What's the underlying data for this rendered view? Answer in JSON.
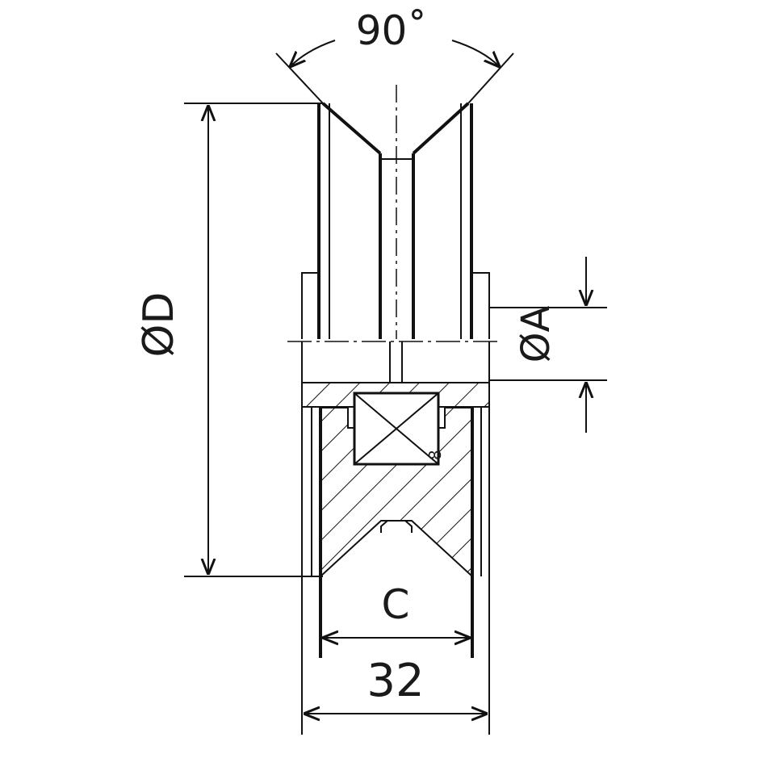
{
  "drawing": {
    "angle_label": "90˚",
    "diameter_d_label": "ØD",
    "diameter_a_label": "ØA",
    "groove_width_label": "C",
    "overall_width_label": "32",
    "bearing_mark": "8"
  }
}
